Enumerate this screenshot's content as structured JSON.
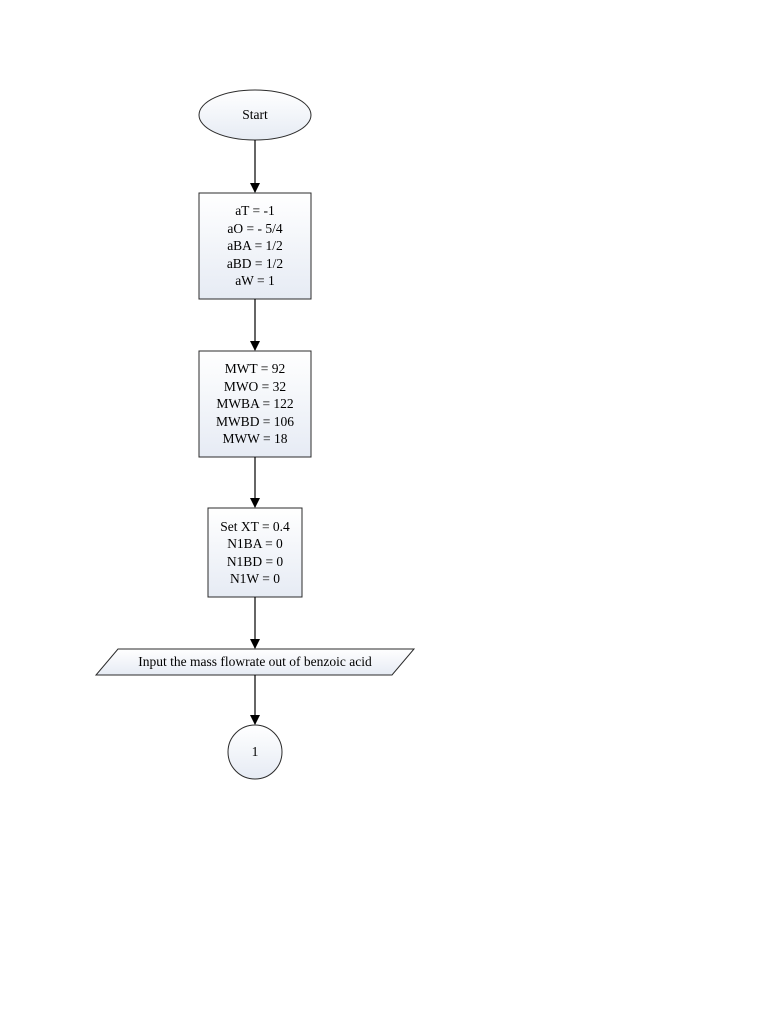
{
  "diagram": {
    "start": {
      "label": "Start"
    },
    "coefficients": {
      "lines": [
        "aT = -1",
        "aO = - 5/4",
        "aBA = 1/2",
        "aBD = 1/2",
        "aW = 1"
      ]
    },
    "molecular_weights": {
      "lines": [
        "MWT = 92",
        "MWO = 32",
        "MWBA = 122",
        "MWBD = 106",
        "MWW = 18"
      ]
    },
    "initial_values": {
      "lines": [
        "Set XT = 0.4",
        "N1BA = 0",
        "N1BD = 0",
        "N1W = 0"
      ]
    },
    "input_step": {
      "label": "Input the mass flowrate out of benzoic acid"
    },
    "connector": {
      "label": "1"
    }
  },
  "colors": {
    "box_fill_top": "#ffffff",
    "box_fill_bottom": "#e6ebf4",
    "stroke": "#2b2b2b"
  }
}
